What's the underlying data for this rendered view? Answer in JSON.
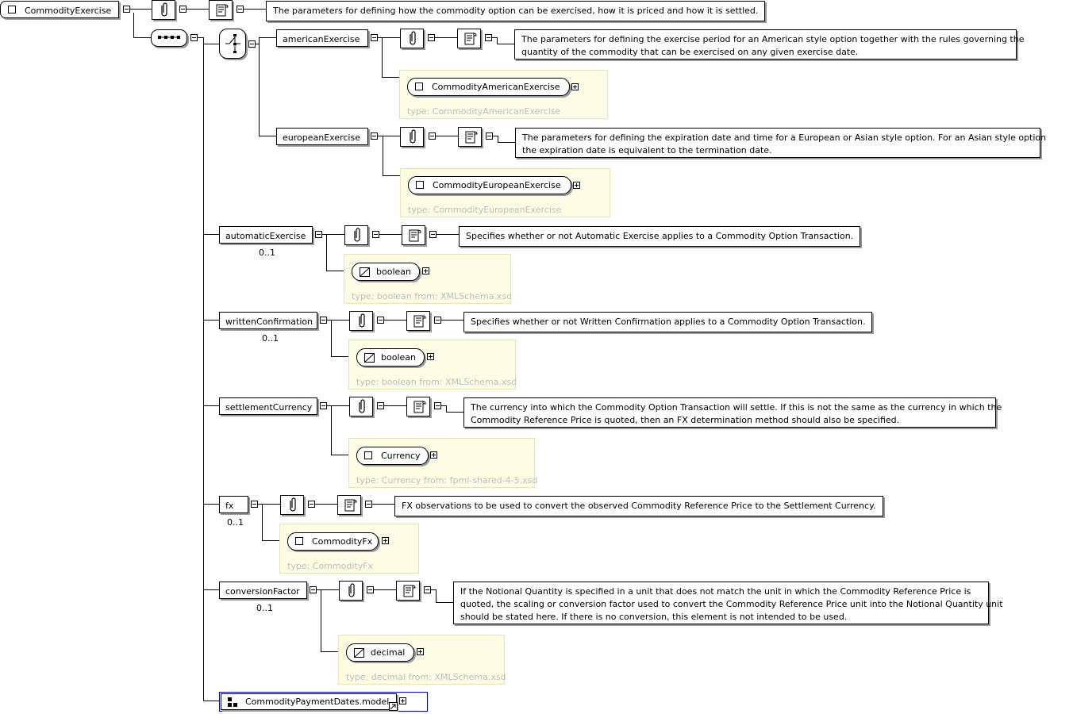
{
  "root": {
    "label": "CommodityExercise",
    "doc": "The parameters for defining how the commodity option can be exercised, how it is priced and how it is settled."
  },
  "choice_branches": {
    "american": {
      "label": "americanExercise",
      "doc_lines": [
        "The parameters for defining the exercise period for an American style option together with the rules governing the",
        "quantity of the commodity that can be exercised on any given exercise date."
      ],
      "type_name": "CommodityAmericanExercise",
      "type_info": "type: CommodityAmericanExercise"
    },
    "european": {
      "label": "europeanExercise",
      "doc_lines": [
        "The parameters for defining the expiration date and time for a European or Asian style option. For an Asian style option",
        "the expiration date is equivalent to the termination date."
      ],
      "type_name": "CommodityEuropeanExercise",
      "type_info": "type: CommodityEuropeanExercise"
    }
  },
  "elements": [
    {
      "label": "automaticExercise",
      "card": "0..1",
      "doc_lines": [
        "Specifies whether or not Automatic Exercise applies to a Commodity Option Transaction."
      ],
      "type_name": "boolean",
      "type_kind": "simple",
      "type_info": "type: boolean from: XMLSchema.xsd"
    },
    {
      "label": "writtenConfirmation",
      "card": "0..1",
      "doc_lines": [
        "Specifies whether or not Written Confirmation applies to a Commodity Option Transaction."
      ],
      "type_name": "boolean",
      "type_kind": "simple",
      "type_info": "type: boolean from: XMLSchema.xsd"
    },
    {
      "label": "settlementCurrency",
      "card": "",
      "doc_lines": [
        "The currency into which the Commodity Option Transaction will settle. If this is not the same as the currency in which the",
        "Commodity Reference Price is quoted, then an FX determination method should also be specified."
      ],
      "type_name": "Currency",
      "type_kind": "complex",
      "type_info": "type: Currency from: fpml-shared-4-5.xsd"
    },
    {
      "label": "fx",
      "card": "0..1",
      "doc_lines": [
        "FX observations to be used to convert the observed Commodity Reference Price to the Settlement Currency."
      ],
      "type_name": "CommodityFx",
      "type_kind": "complex",
      "type_info": "type: CommodityFx"
    },
    {
      "label": "conversionFactor",
      "card": "0..1",
      "doc_lines": [
        "If the Notional Quantity is specified in a unit that does not match the unit in which the Commodity Reference Price is",
        "quoted, the scaling or conversion factor used to convert the Commodity Reference Price unit into the Notional Quantity unit",
        "should be stated here. If there is no conversion, this element is not intended to be used."
      ],
      "type_name": "decimal",
      "type_kind": "simple",
      "type_info": "type: decimal from: XMLSchema.xsd"
    }
  ],
  "group_ref": {
    "label": "CommodityPaymentDates.model"
  },
  "icons": {
    "appinfo": "paperclip-icon",
    "documentation": "scroll-icon",
    "sequence": "sequence-icon",
    "choice": "choice-icon",
    "complex_type": "square-icon",
    "simple_type": "simple-type-icon",
    "group": "group-icon"
  },
  "colors": {
    "type_bg": "#fdfde6",
    "type_border": "#e6e3b5",
    "type_text": "#bdbdbd",
    "group_border": "#0000cc"
  }
}
